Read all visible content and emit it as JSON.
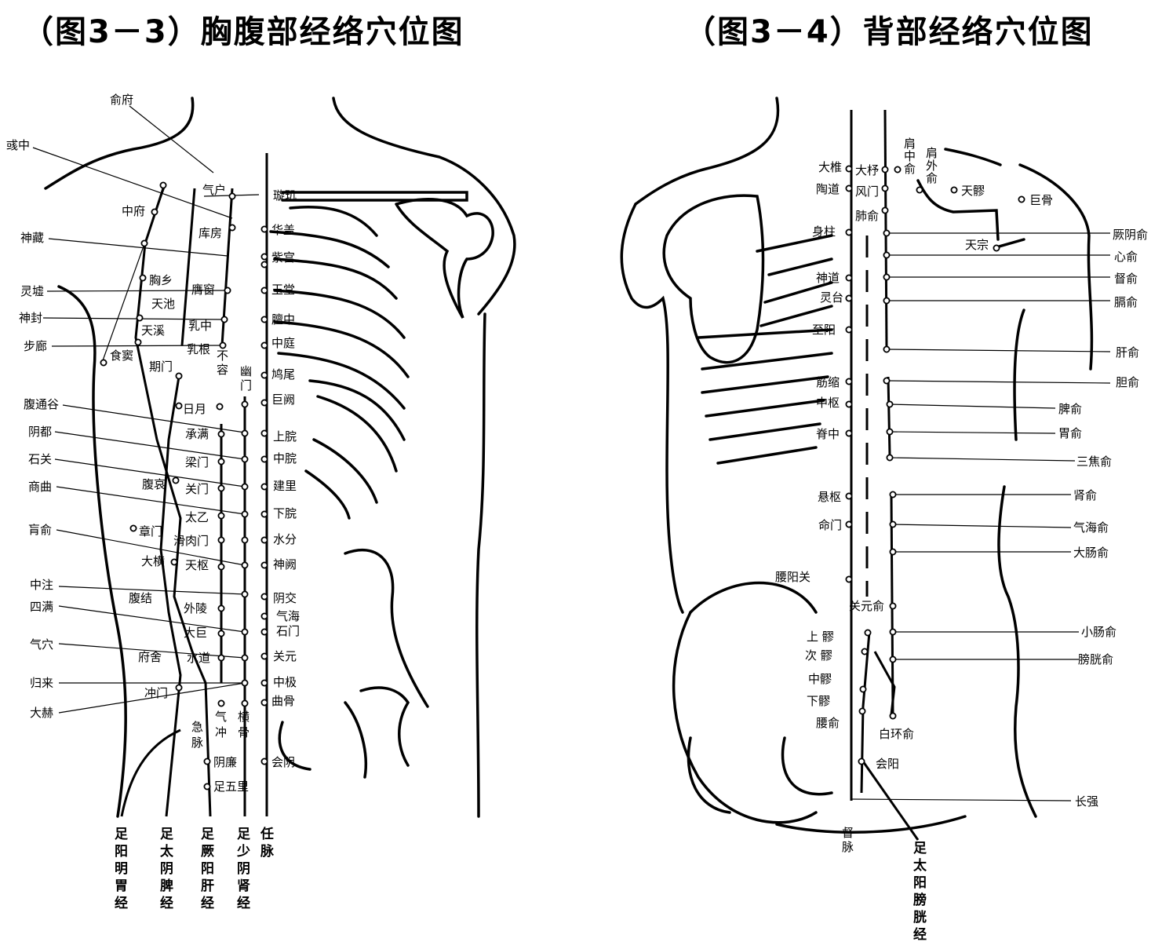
{
  "titles": {
    "left": "（图3－3）胸腹部经络穴位图",
    "right": "（图3－4）背部经络穴位图"
  },
  "left_figure": {
    "left_side_labels": [
      "俞府",
      "彧中",
      "中府",
      "神藏",
      "胸乡",
      "灵墟",
      "天池",
      "神封",
      "天溪",
      "步廊",
      "食窦",
      "期门",
      "腹通谷",
      "日月",
      "阴都",
      "石关",
      "商曲",
      "腹哀",
      "肓俞",
      "章门",
      "大横",
      "中注",
      "腹结",
      "四满",
      "气穴",
      "府舍",
      "归来",
      "冲门",
      "大赫",
      "急脉",
      "气冲"
    ],
    "stomach_column": [
      "气户",
      "库房",
      "膺窗",
      "乳中",
      "乳根",
      "不容",
      "承满",
      "梁门",
      "关门",
      "太乙",
      "滑肉门",
      "天枢",
      "外陵",
      "大巨",
      "水道"
    ],
    "kidney_column": [
      "幽门"
    ],
    "midline_labels": [
      "璇玑",
      "华盖",
      "紫宫",
      "玉堂",
      "膻中",
      "中庭",
      "鸠尾",
      "巨阙",
      "上脘",
      "中脘",
      "建里",
      "下脘",
      "水分",
      "神阙",
      "阴交",
      "气海",
      "石门",
      "关元",
      "中极",
      "曲骨",
      "会阴"
    ],
    "lower_labels": [
      "阴廉",
      "足五里",
      "横骨"
    ],
    "meridians": [
      "足阳明胃经",
      "足太阴脾经",
      "足厥阳肝经",
      "足少阴肾经",
      "任脉"
    ]
  },
  "right_figure": {
    "governor_points": [
      "大椎",
      "陶道",
      "身柱",
      "神道",
      "灵台",
      "至阳",
      "筋缩",
      "中枢",
      "脊中",
      "悬枢",
      "命门",
      "腰阳关"
    ],
    "inner_points": [
      "大杼",
      "风门",
      "肺俞"
    ],
    "shoulder_points": [
      "肩中俞",
      "肩外俞",
      "天髎",
      "巨骨",
      "天宗"
    ],
    "bladder_points": [
      "厥阴俞",
      "心俞",
      "督俞",
      "膈俞",
      "肝俞",
      "胆俞",
      "脾俞",
      "胃俞",
      "三焦俞",
      "肾俞",
      "气海俞",
      "大肠俞",
      "关元俞",
      "小肠俞",
      "膀胱俞",
      "白环俞"
    ],
    "sacral_points": [
      "上 髎",
      "次 髎",
      "中髎",
      "下髎",
      "腰俞",
      "会阳",
      "长强"
    ],
    "meridians": [
      "督脉",
      "足太阳膀胱经"
    ]
  },
  "colors": {
    "ink": "#000000",
    "background": "#ffffff"
  }
}
